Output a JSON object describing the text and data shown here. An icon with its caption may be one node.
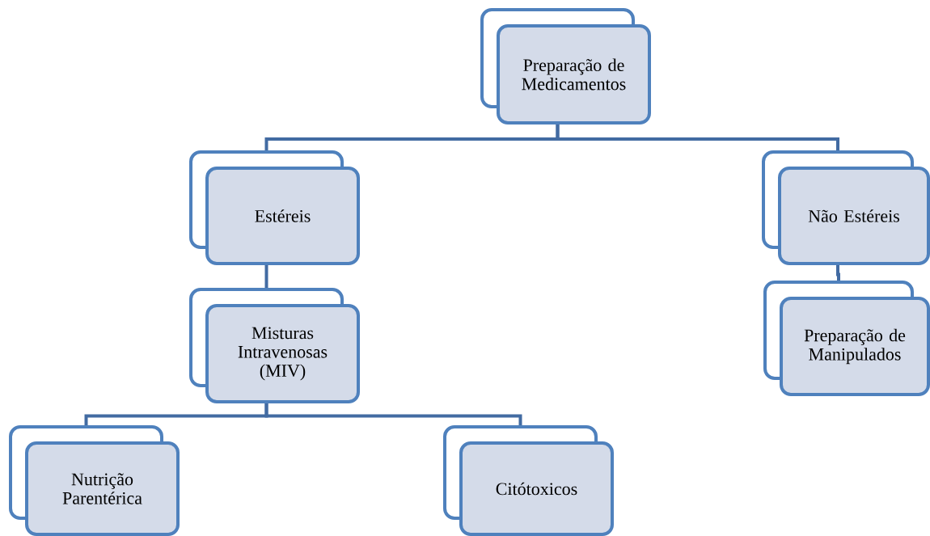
{
  "diagram": {
    "nodes": [
      {
        "text": [
          "Preparação de Medicamentos"
        ]
      },
      {
        "text": [
          "Estéreis"
        ]
      },
      {
        "text": [
          "Não Estéreis"
        ]
      },
      {
        "text": [
          "Misturas Intravenosas (MIV)"
        ]
      },
      {
        "text": [
          "Preparação de Manipulados"
        ]
      },
      {
        "text": [
          "Nutrição Parentérica"
        ]
      },
      {
        "text": [
          "Citótoxicos"
        ]
      }
    ],
    "edges": [
      {
        "from": 0,
        "to": 1,
        "arrow": "none"
      },
      {
        "from": 0,
        "to": 2,
        "arrow": "none"
      },
      {
        "from": 1,
        "to": 3,
        "arrow": "none"
      },
      {
        "from": 2,
        "to": 4,
        "arrow": "none"
      },
      {
        "from": 3,
        "to": 5,
        "arrow": "none"
      },
      {
        "from": 3,
        "to": 6,
        "arrow": "none"
      }
    ]
  }
}
